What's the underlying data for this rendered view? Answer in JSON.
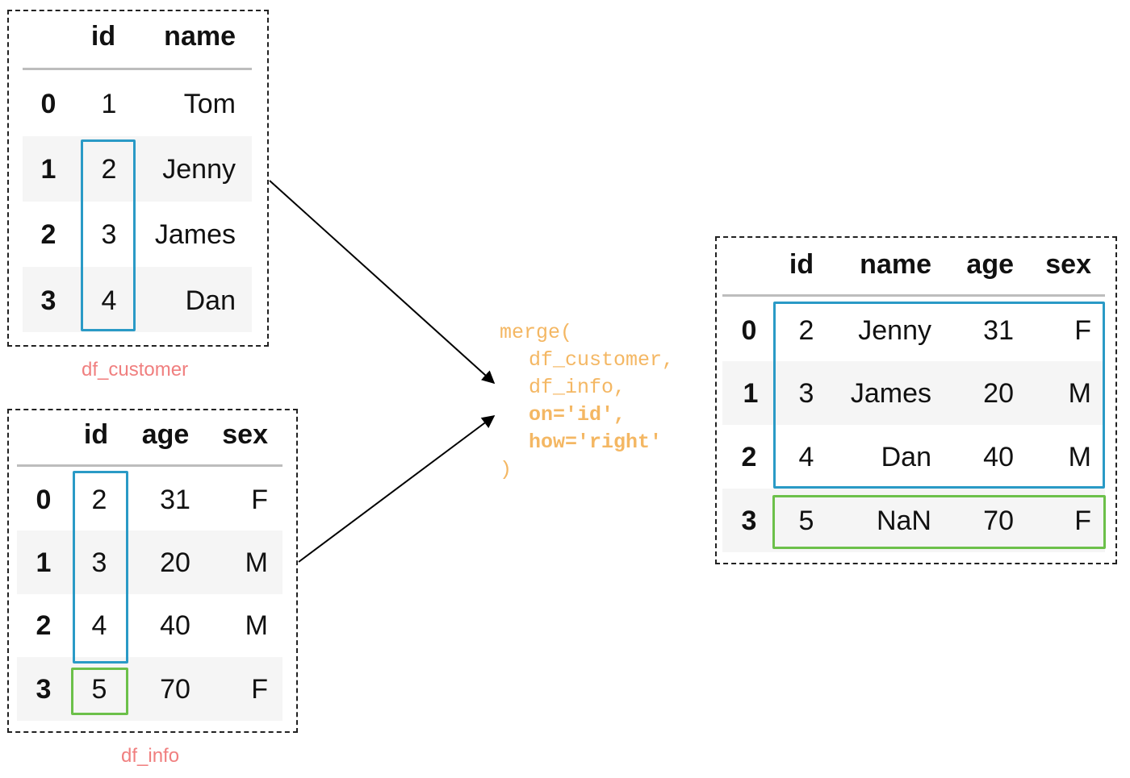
{
  "df_customer": {
    "caption": "df_customer",
    "columns": [
      "id",
      "name"
    ],
    "rows": [
      {
        "index": "0",
        "id": "1",
        "name": "Tom"
      },
      {
        "index": "1",
        "id": "2",
        "name": "Jenny"
      },
      {
        "index": "2",
        "id": "3",
        "name": "James"
      },
      {
        "index": "3",
        "id": "4",
        "name": "Dan"
      }
    ]
  },
  "df_info": {
    "caption": "df_info",
    "columns": [
      "id",
      "age",
      "sex"
    ],
    "rows": [
      {
        "index": "0",
        "id": "2",
        "age": "31",
        "sex": "F"
      },
      {
        "index": "1",
        "id": "3",
        "age": "20",
        "sex": "M"
      },
      {
        "index": "2",
        "id": "4",
        "age": "40",
        "sex": "M"
      },
      {
        "index": "3",
        "id": "5",
        "age": "70",
        "sex": "F"
      }
    ]
  },
  "merge_call": {
    "open": "merge(",
    "arg_left": "df_customer,",
    "arg_right": "df_info,",
    "arg_on": "on='id',",
    "arg_how": "how='right'",
    "close": ")"
  },
  "result": {
    "columns": [
      "id",
      "name",
      "age",
      "sex"
    ],
    "rows": [
      {
        "index": "0",
        "id": "2",
        "name": "Jenny",
        "age": "31",
        "sex": "F"
      },
      {
        "index": "1",
        "id": "3",
        "name": "James",
        "age": "20",
        "sex": "M"
      },
      {
        "index": "2",
        "id": "4",
        "name": "Dan",
        "age": "40",
        "sex": "M"
      },
      {
        "index": "3",
        "id": "5",
        "name": "NaN",
        "age": "70",
        "sex": "F"
      }
    ]
  },
  "colors": {
    "matched_highlight": "#2a9ac6",
    "unmatched_highlight": "#6cc04a",
    "caption": "#f07f7f",
    "code": "#f4b763"
  }
}
